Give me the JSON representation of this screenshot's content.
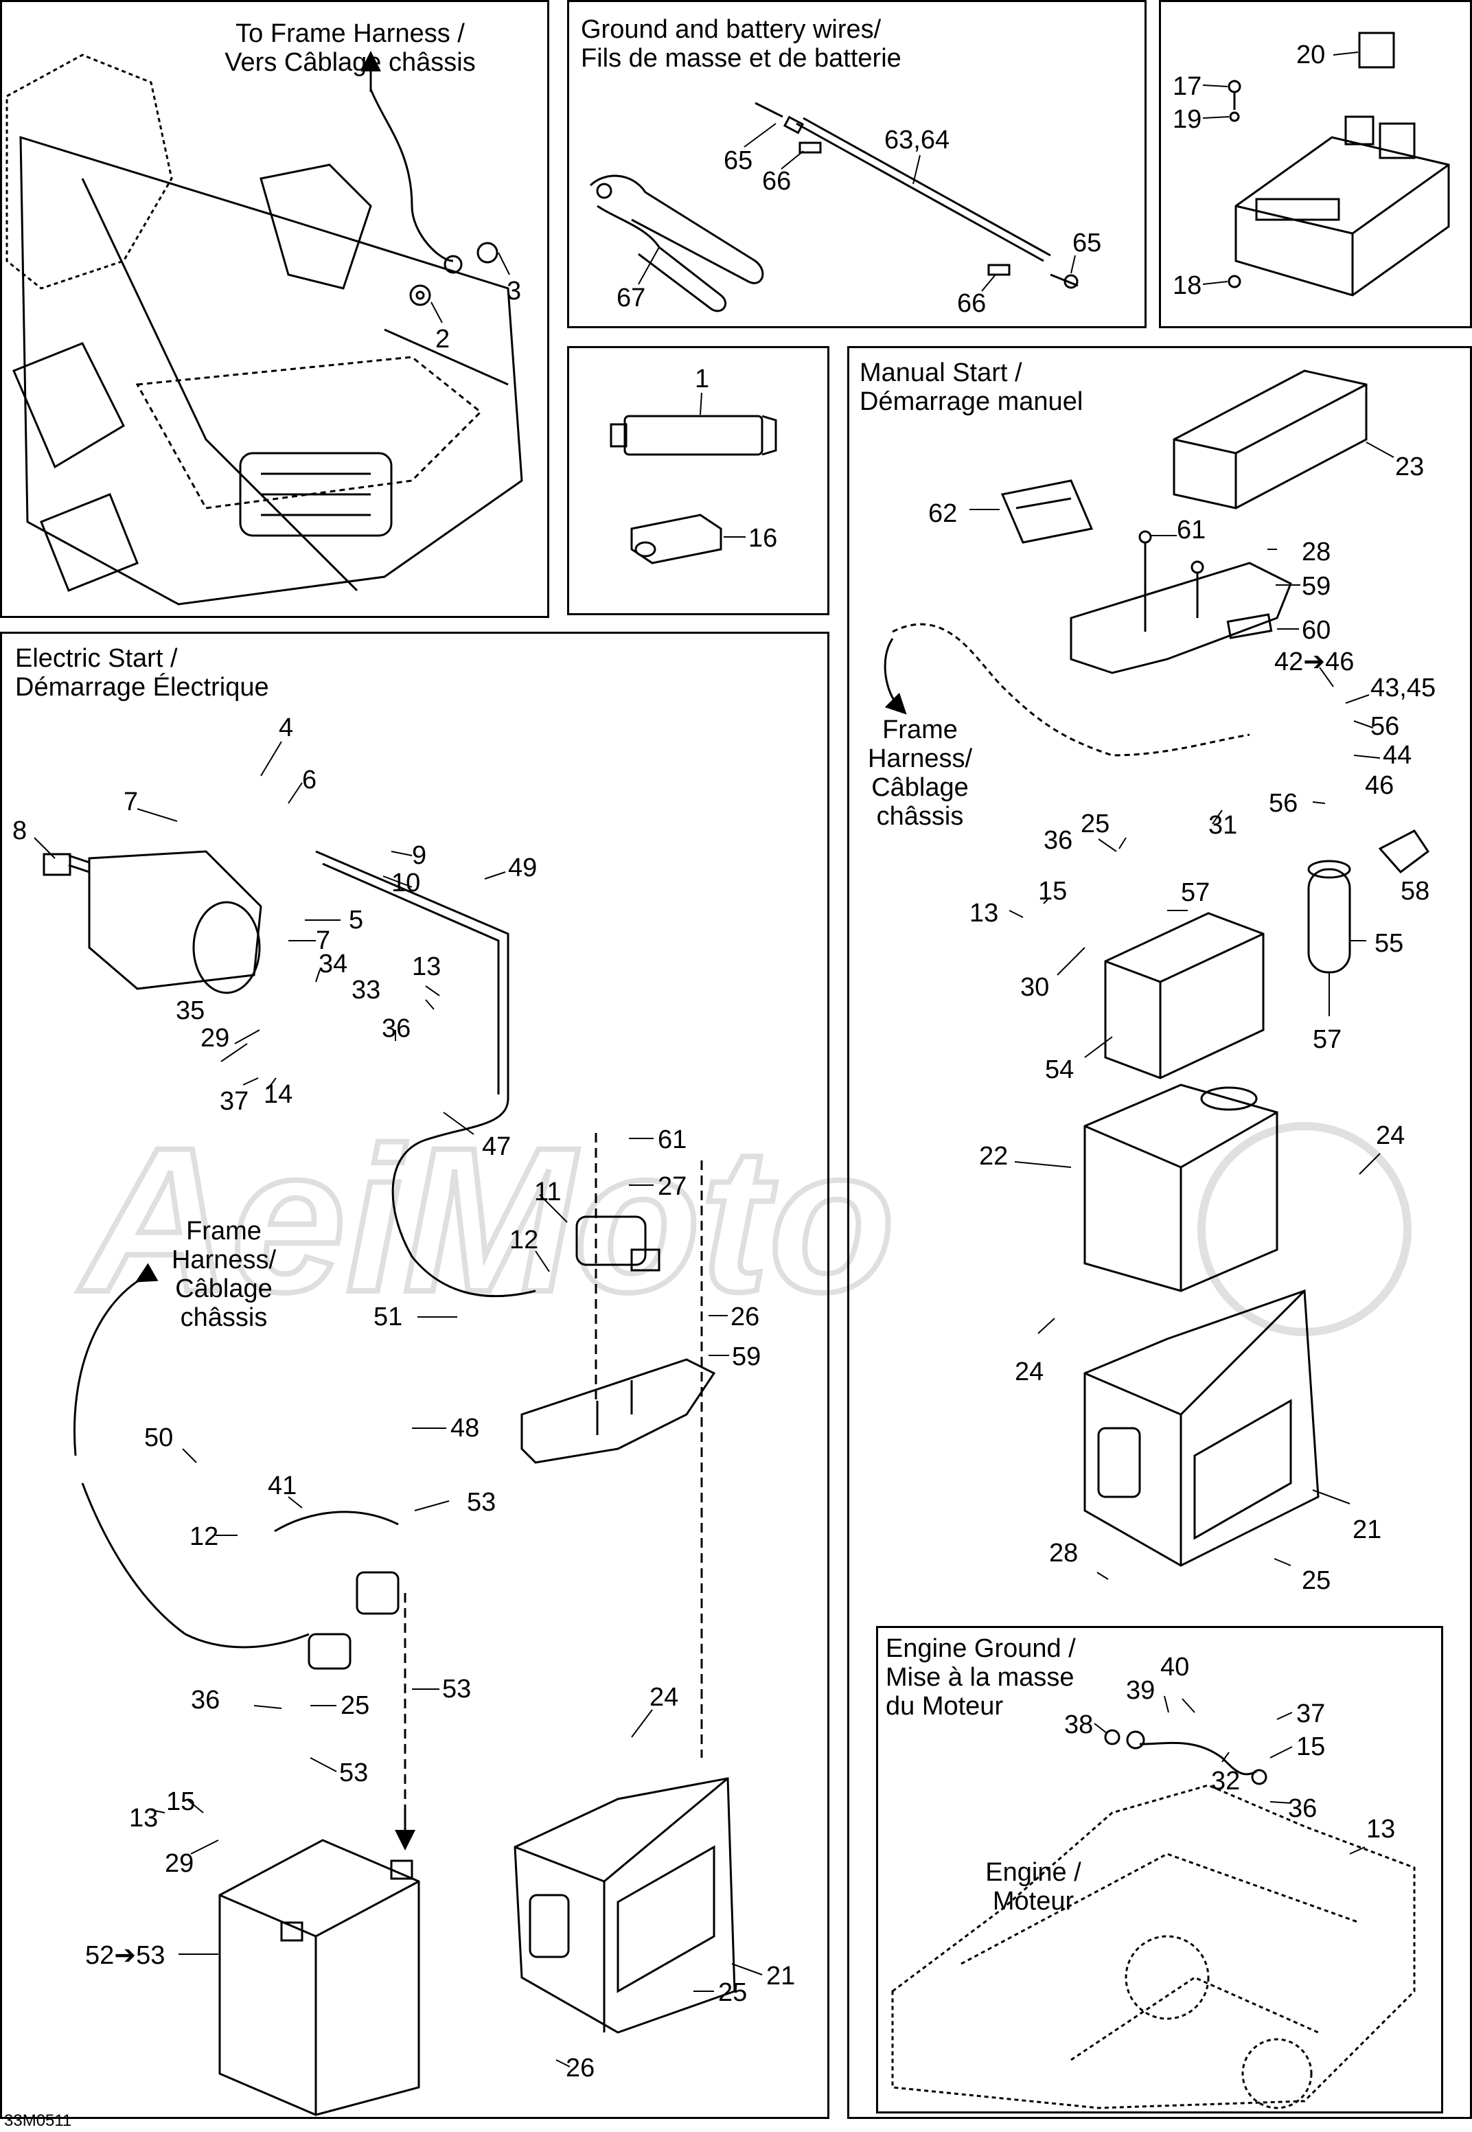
{
  "panels": {
    "frame_harness": {
      "title_line1": "To Frame Harness /",
      "title_line2": "Vers Câblage châssis"
    },
    "ground_wires": {
      "title_line1": "Ground and battery wires/",
      "title_line2": "Fils de masse et de batterie"
    },
    "manual_start": {
      "title_line1": "Manual Start /",
      "title_line2": "Démarrage manuel"
    },
    "electric_start": {
      "title_line1": "Electric Start /",
      "title_line2": "Démarrage Électrique"
    },
    "engine_ground": {
      "title_line1": "Engine Ground /",
      "title_line2": "Mise à la masse",
      "title_line3": "du Moteur"
    }
  },
  "captions": {
    "frame_harness_right": [
      "Frame",
      "Harness/",
      "Câblage",
      "châssis"
    ],
    "frame_harness_left": [
      "Frame",
      "Harness/",
      "Câblage",
      "châssis"
    ],
    "engine": [
      "Engine /",
      "Moteur"
    ]
  },
  "callouts": {
    "p2": "2",
    "p3": "3",
    "p65a": "65",
    "p66a": "66",
    "p6364": "63,64",
    "p65b": "65",
    "p66b": "66",
    "p67": "67",
    "p17": "17",
    "p19": "19",
    "p20": "20",
    "p18": "18",
    "p1": "1",
    "p16": "16",
    "p23": "23",
    "p62": "62",
    "p61a": "61",
    "p28a": "28",
    "p59a": "59",
    "p60": "60",
    "p4246": "42➔46",
    "p4345": "43,45",
    "p56a": "56",
    "p44": "44",
    "p46": "46",
    "p56b": "56",
    "p58": "58",
    "p31": "31",
    "p25a": "25",
    "p36a": "36",
    "p15a": "15",
    "p13a": "13",
    "p57a": "57",
    "p30": "30",
    "p55": "55",
    "p57b": "57",
    "p54": "54",
    "p22": "22",
    "p24a": "24",
    "p24b": "24",
    "p21a": "21",
    "p28b": "28",
    "p25b": "25",
    "p4": "4",
    "p7a": "7",
    "p6": "6",
    "p8": "8",
    "p9": "9",
    "p10": "10",
    "p49": "49",
    "p5": "5",
    "p7b": "7",
    "p34": "34",
    "p33": "33",
    "p13b": "13",
    "p35": "35",
    "p29a": "29",
    "p36b": "36",
    "p37a": "37",
    "p14": "14",
    "p47": "47",
    "p61b": "61",
    "p27": "27",
    "p11": "11",
    "p12a": "12",
    "p51": "51",
    "p26a": "26",
    "p59b": "59",
    "p48": "48",
    "p50": "50",
    "p41": "41",
    "p53a": "53",
    "p12b": "12",
    "p53b": "53",
    "p36c": "36",
    "p25c": "25",
    "p53c": "53",
    "p24c": "24",
    "p13c": "13",
    "p15b": "15",
    "p29b": "29",
    "p5253": "52➔53",
    "p21b": "21",
    "p25d": "25",
    "p26b": "26",
    "p40": "40",
    "p39": "39",
    "p38": "38",
    "p37b": "37",
    "p15c": "15",
    "p32": "32",
    "p36d": "36",
    "p13d": "13"
  },
  "watermark": "AeiMoto",
  "figure_code": "33M0511"
}
